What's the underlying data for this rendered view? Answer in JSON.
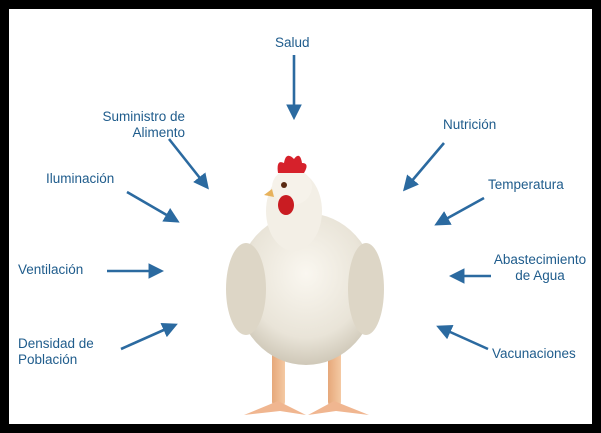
{
  "diagram": {
    "colors": {
      "text": "#1f5c8c",
      "arrow": "#2b6aa0",
      "frame": "#000000",
      "background": "#ffffff"
    },
    "center_image": "chicken",
    "factors": {
      "salud": "Salud",
      "suministro_line1": "Suministro de",
      "suministro_line2": "Alimento",
      "iluminacion": "Iluminación",
      "ventilacion": "Ventilación",
      "densidad_line1": "Densidad de",
      "densidad_line2": "Población",
      "nutricion": "Nutrición",
      "temperatura": "Temperatura",
      "abastecimiento_line1": "Abastecimiento",
      "abastecimiento_line2": "de Agua",
      "vacunaciones": "Vacunaciones"
    }
  }
}
